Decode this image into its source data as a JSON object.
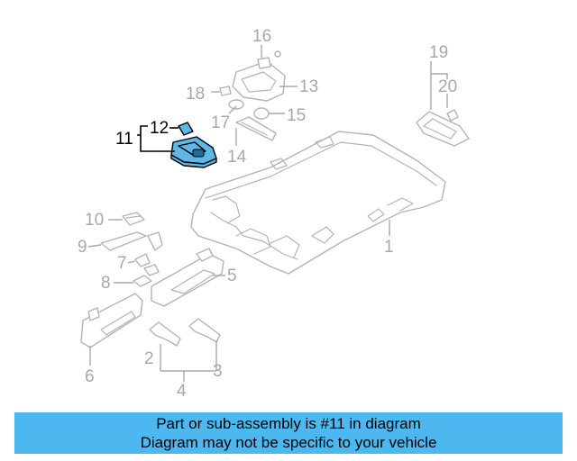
{
  "callouts": {
    "c1": "1",
    "c2": "2",
    "c3": "3",
    "c4": "4",
    "c5": "5",
    "c6": "6",
    "c7": "7",
    "c8": "8",
    "c9": "9",
    "c10": "10",
    "c11": "11",
    "c12": "12",
    "c13": "13",
    "c14": "14",
    "c15": "15",
    "c16": "16",
    "c17": "17",
    "c18": "18",
    "c19": "19",
    "c20": "20"
  },
  "highlight_part": "11",
  "colors": {
    "highlight_fill": "#5fb7e6",
    "banner_bg": "#4db8f0",
    "part_stroke": "#b4b4b4",
    "callout_text": "#a8a8a8"
  },
  "banner": {
    "line1": "Part or sub-assembly is #11 in diagram",
    "line2": "Diagram may not be specific to your vehicle"
  }
}
